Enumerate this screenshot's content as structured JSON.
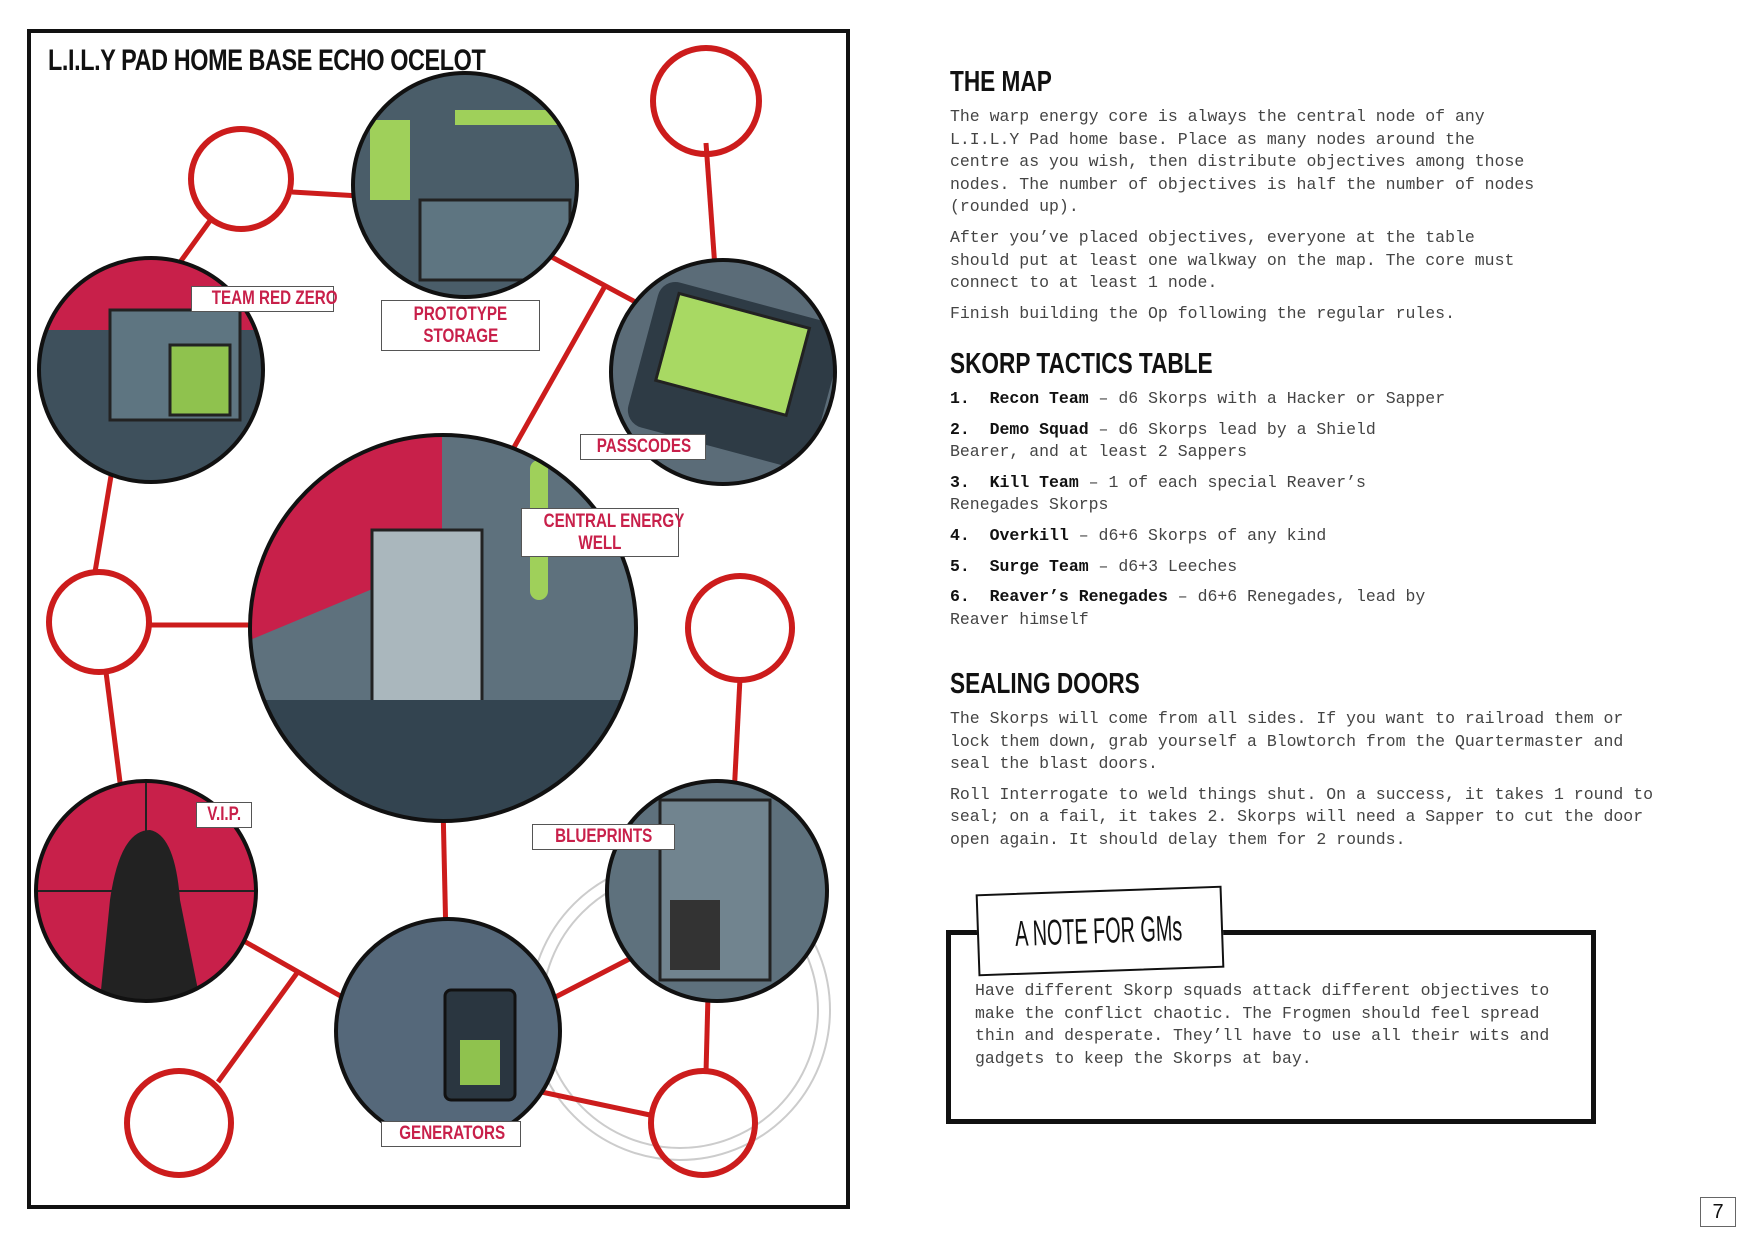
{
  "map": {
    "title": "L.I.L.Y PAD HOME BASE ECHO OCELOT",
    "nodes": {
      "team_red_zero": "TEAM RED ZERO",
      "prototype_storage_1": "PROTOTYPE",
      "prototype_storage_2": "STORAGE",
      "passcodes": "PASSCODES",
      "central_1": "CENTRAL ENERGY",
      "central_2": "WELL",
      "vip": "V.I.P.",
      "blueprints": "BLUEPRINTS",
      "generators": "GENERATORS"
    },
    "colors": {
      "accent": "#c8204a",
      "line": "#cc1c1c",
      "node": "#3e505c",
      "screen": "#9fd05a"
    }
  },
  "the_map": {
    "heading": "THE MAP",
    "paragraphs": [
      "The warp energy core is always the central node of any\nL.I.L.Y Pad home base. Place as many nodes around the\ncentre as you wish, then distribute objectives among those\nnodes. The number of objectives is half the number of nodes\n(rounded up).",
      "After you’ve placed objectives, everyone at the table\nshould put at least one walkway on the map. The core must\nconnect to at least 1 node.",
      "Finish building the Op following the regular rules."
    ]
  },
  "tactics": {
    "heading": "SKORP TACTICS TABLE",
    "items": [
      {
        "num": "1.",
        "name": "Recon Team",
        "text": " – d6 Skorps with a Hacker or Sapper"
      },
      {
        "num": "2.",
        "name": "Demo Squad",
        "text": " – d6 Skorps lead by a Shield\nBearer, and at least 2 Sappers"
      },
      {
        "num": "3.",
        "name": "Kill Team",
        "text": " – 1 of each special Reaver’s\nRenegades Skorps"
      },
      {
        "num": "4.",
        "name": "Overkill",
        "text": " – d6+6 Skorps of any kind"
      },
      {
        "num": "5.",
        "name": "Surge Team",
        "text": " – d6+3 Leeches"
      },
      {
        "num": "6.",
        "name": "Reaver’s Renegades",
        "text": " – d6+6 Renegades, lead by\nReaver himself"
      }
    ]
  },
  "sealing": {
    "heading": "SEALING DOORS",
    "paragraphs": [
      "The Skorps will come from all sides. If you want to railroad them or\nlock them down, grab yourself a Blowtorch from the Quartermaster and\nseal the blast doors.",
      "Roll Interrogate to weld things shut. On a success, it takes 1 round to\nseal; on a fail, it takes 2. Skorps will need a Sapper to cut the door\nopen again. It should delay them for 2 rounds."
    ]
  },
  "note": {
    "title": "A NOTE FOR GMs",
    "text": "Have different Skorp squads attack different objectives to\nmake the conflict chaotic. The Frogmen should feel spread\nthin and desperate. They’ll have to use all their wits and\ngadgets to keep the Skorps at bay."
  },
  "page_number": "7"
}
